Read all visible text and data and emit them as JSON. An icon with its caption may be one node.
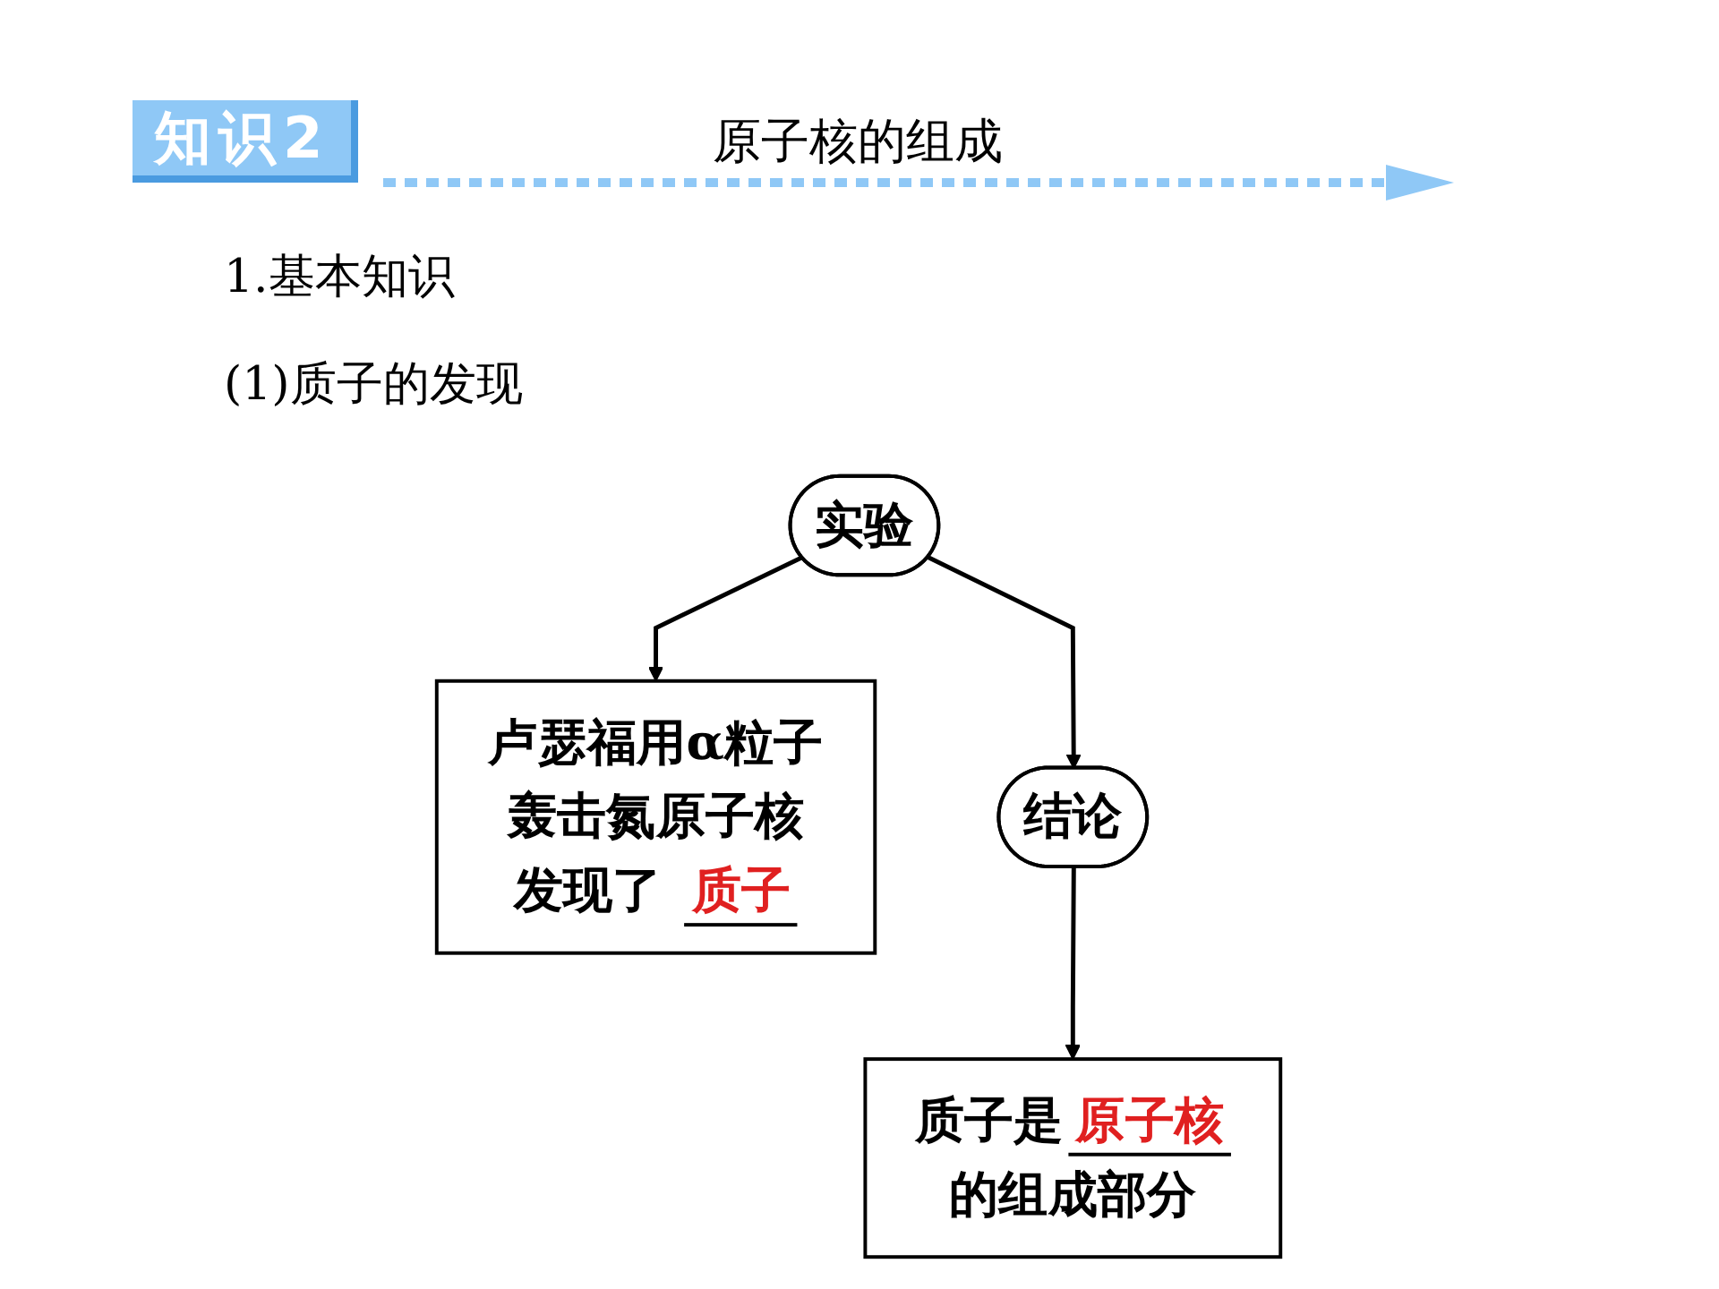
{
  "diagram": {
    "title": "原子核的组成",
    "nodes": [
      {
        "text": [
          "实验"
        ]
      },
      {
        "text": [
          "结论"
        ]
      },
      {
        "text": [
          "卢瑟福用α粒子轰击氮原子核发现了",
          "质子"
        ]
      },
      {
        "text": [
          "质子是",
          "原子核",
          "的组成部分"
        ]
      }
    ],
    "edges": [
      {
        "from": 0,
        "to": 1,
        "arrow": "to"
      },
      {
        "from": 0,
        "to": 2,
        "arrow": "to"
      },
      {
        "from": 1,
        "to": 3,
        "arrow": "to"
      }
    ],
    "labels": [
      "知识2",
      "1.基本知识",
      "(1)质子的发现"
    ]
  }
}
